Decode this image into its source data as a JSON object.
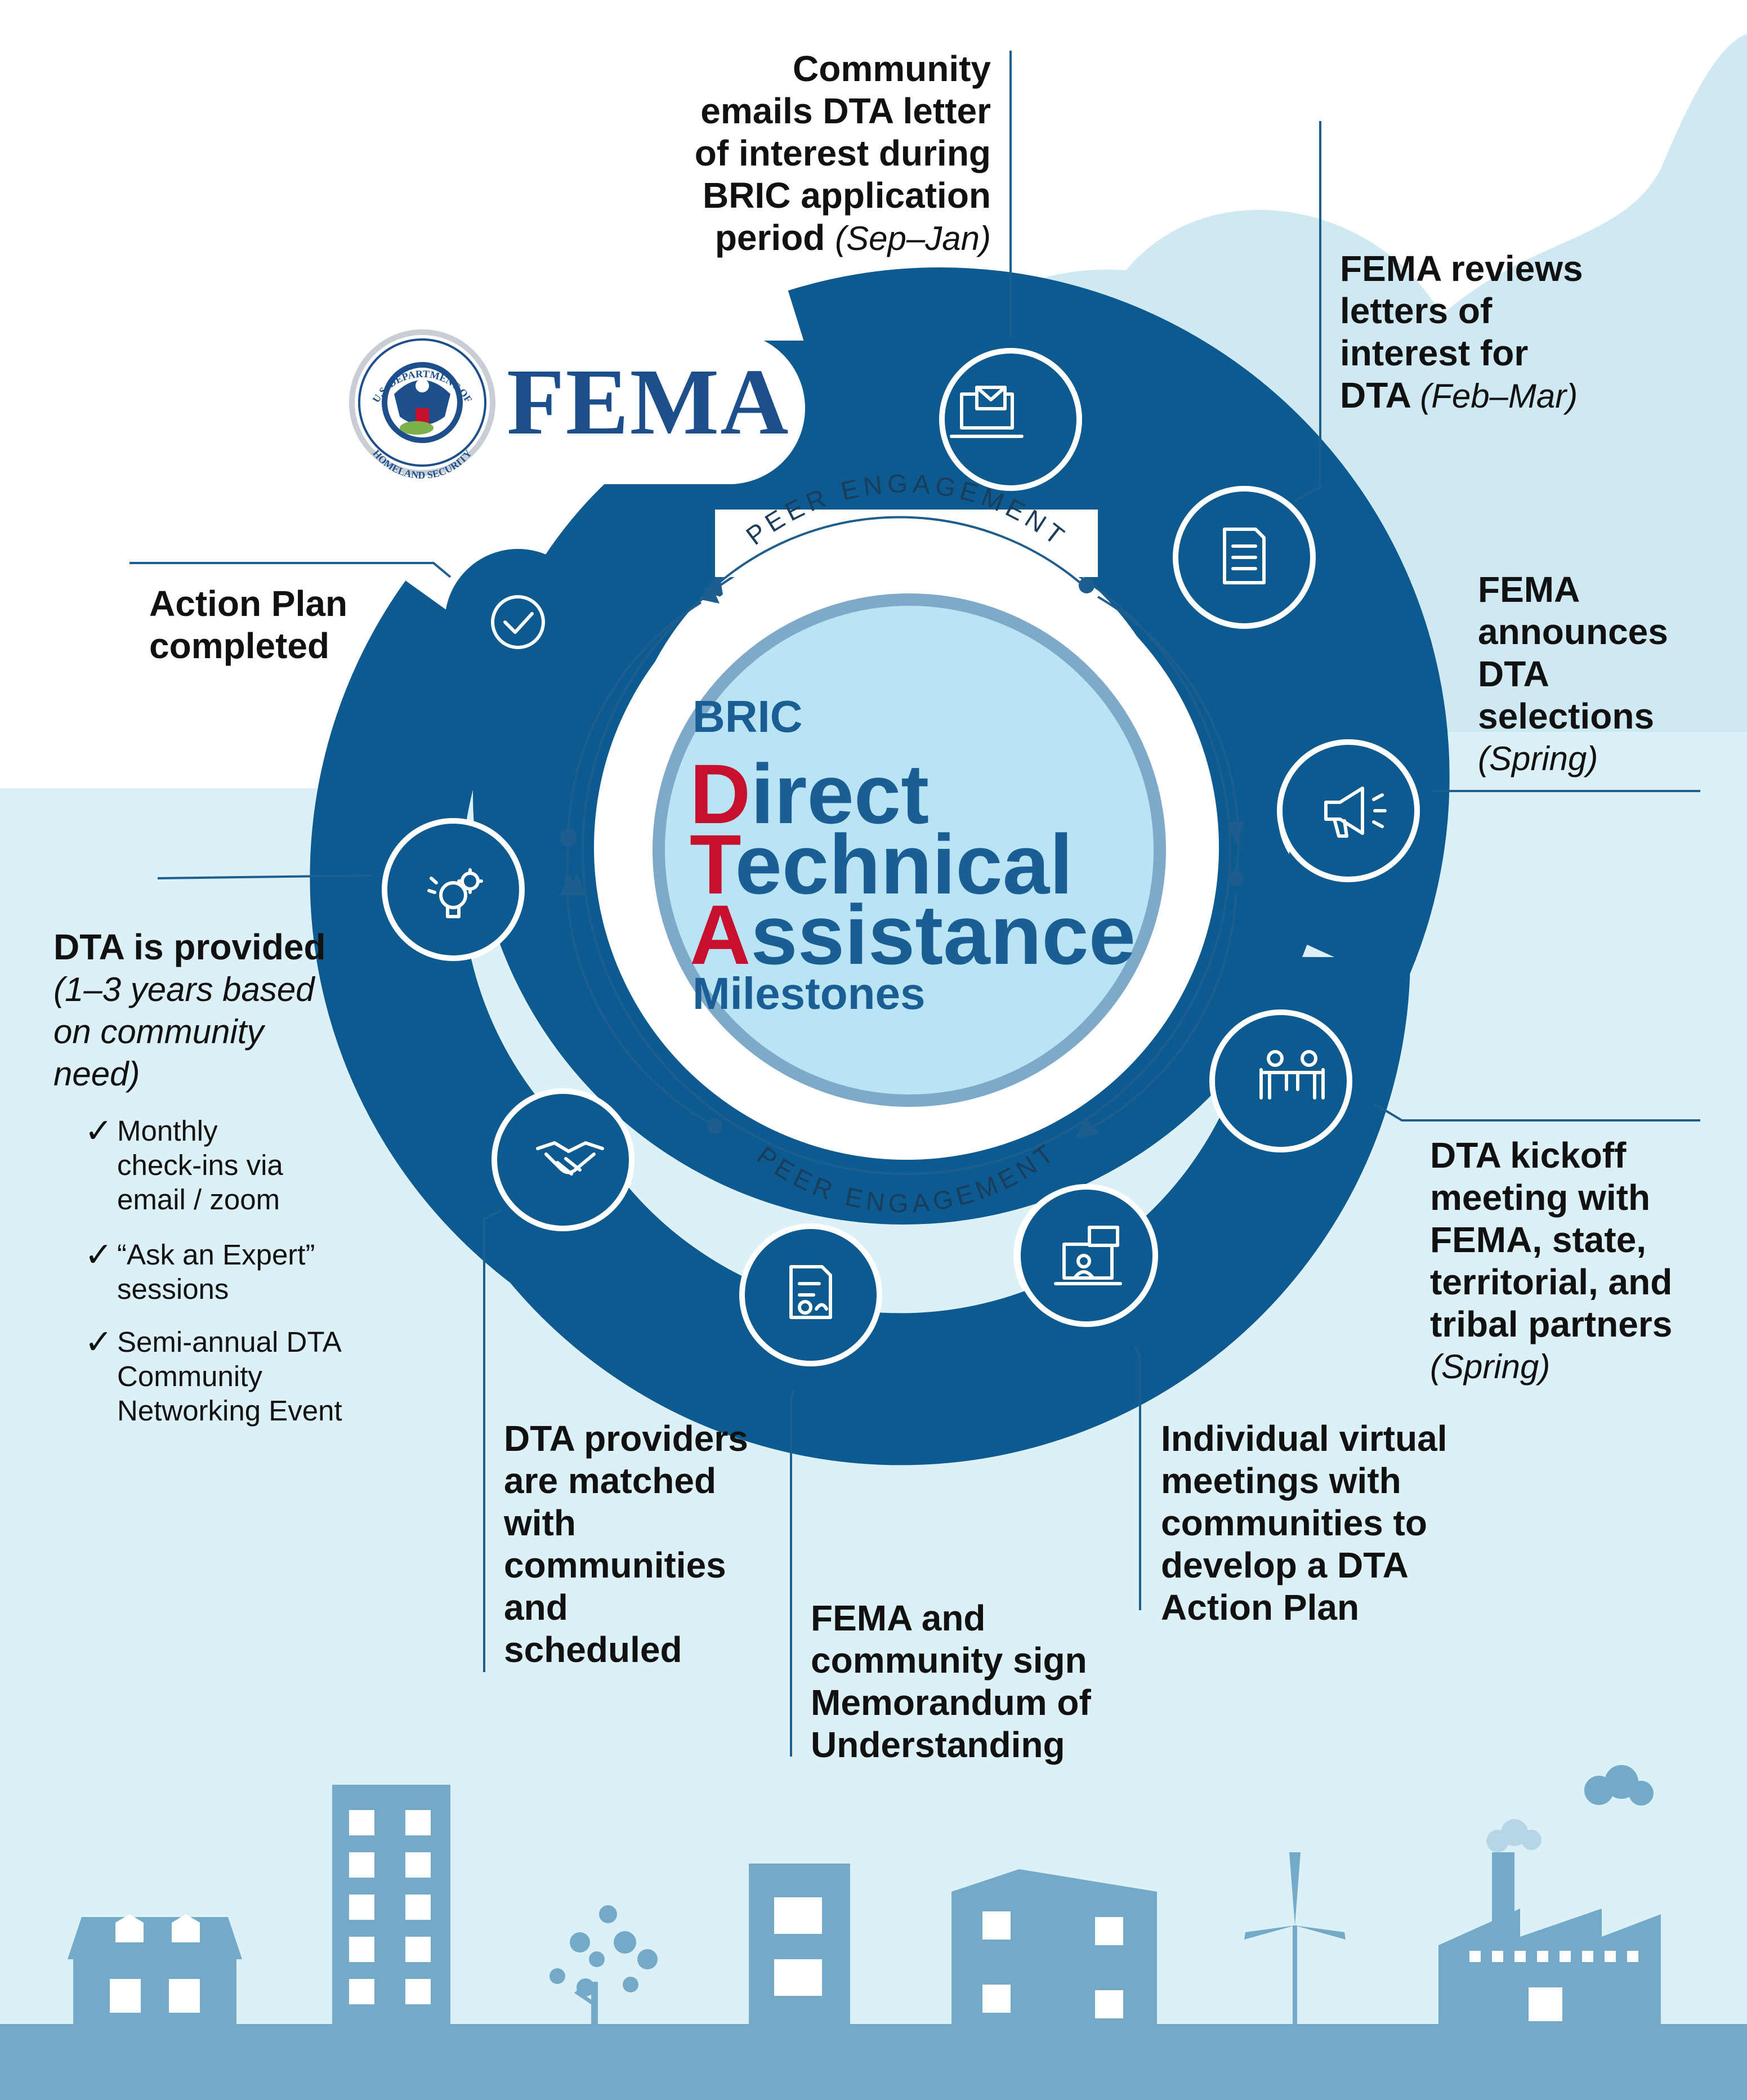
{
  "colors": {
    "sky_light": "#dcf0f7",
    "cloud_blue": "#c5e6f1",
    "ring_blue": "#0d5a90",
    "ring_shadow": "#0a4a78",
    "center_fill": "#bfe7f4",
    "center_border": "#6fa3c8",
    "title_blue": "#1b5e96",
    "accent_red": "#c8102e",
    "skyline": "#74aac7",
    "leader": "#1d5e8f"
  },
  "logo": {
    "seal_top_text": "U.S. DEPARTMENT OF",
    "seal_bottom_text": "HOMELAND SECURITY",
    "wordmark": "FEMA"
  },
  "center": {
    "line1": "BRIC",
    "d_cap": "D",
    "d_rest": "irect",
    "t_cap": "T",
    "t_rest": "echnical",
    "a_cap": "A",
    "a_rest": "ssistance",
    "line5": "Milestones"
  },
  "peer_engagement": [
    "PEER ENGAGEMENT",
    "PEER ENGAGEMENT"
  ],
  "milestones": [
    {
      "id": "letter",
      "icon": "envelope-laptop-icon",
      "lines": [
        "Community",
        "emails DTA letter",
        "of interest during",
        "BRIC application"
      ],
      "last": "period",
      "note": "(Sep–Jan)"
    },
    {
      "id": "review",
      "icon": "document-icon",
      "lines": [
        "FEMA reviews",
        "letters of",
        "interest for"
      ],
      "last": "DTA",
      "note": "(Feb–Mar)"
    },
    {
      "id": "announce",
      "icon": "megaphone-icon",
      "lines": [
        "FEMA",
        "announces",
        "DTA",
        "selections"
      ],
      "last": "",
      "note": "(Spring)"
    },
    {
      "id": "kickoff",
      "icon": "meeting-table-icon",
      "lines": [
        "DTA kickoff",
        "meeting with",
        "FEMA, state,",
        "territorial, and",
        "tribal partners"
      ],
      "last": "",
      "note": "(Spring)"
    },
    {
      "id": "virtual",
      "icon": "virtual-meeting-icon",
      "lines": [
        "Individual virtual",
        "meetings with",
        "communities to",
        "develop a DTA",
        "Action Plan"
      ],
      "last": "",
      "note": ""
    },
    {
      "id": "mou",
      "icon": "signed-certificate-icon",
      "lines": [
        "FEMA and",
        "community sign",
        "Memorandum of",
        "Understanding"
      ],
      "last": "",
      "note": ""
    },
    {
      "id": "matched",
      "icon": "handshake-icon",
      "lines": [
        "DTA providers",
        "are matched",
        "with",
        "communities",
        "and",
        "scheduled"
      ],
      "last": "",
      "note": ""
    },
    {
      "id": "provided",
      "icon": "lightbulb-gear-icon",
      "lines": [
        "DTA is provided"
      ],
      "last": "",
      "note": "(1–3 years based on community need)"
    },
    {
      "id": "completed",
      "icon": "checkmark-circle-icon",
      "lines": [
        "Action Plan",
        "completed"
      ],
      "last": "",
      "note": ""
    }
  ],
  "provided_note_lines": [
    "(1–3 years based",
    "on community",
    "need)"
  ],
  "provided_bullets": [
    {
      "check": "✓",
      "lines": [
        "Monthly",
        "check-ins via",
        "email / zoom"
      ]
    },
    {
      "check": "✓",
      "lines": [
        "“Ask an Expert”",
        "sessions"
      ]
    },
    {
      "check": "✓",
      "lines": [
        "Semi-annual DTA",
        "Community",
        "Networking Event"
      ]
    }
  ]
}
